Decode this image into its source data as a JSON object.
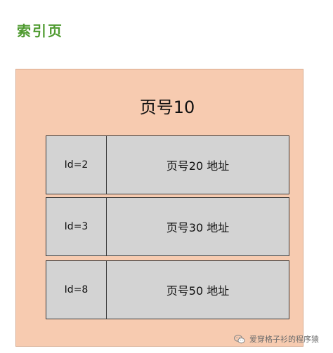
{
  "heading": "索引页",
  "page": {
    "title": "页号10",
    "records": [
      {
        "id": "Id=2",
        "address": "页号20 地址"
      },
      {
        "id": "Id=3",
        "address": "页号30 地址"
      },
      {
        "id": "Id=8",
        "address": "页号50 地址"
      }
    ]
  },
  "watermark": {
    "text": "爱穿格子衫的程序猿",
    "icon": "wechat-icon"
  },
  "colors": {
    "heading": "#4e9a2f",
    "page_background": "#f7cbb0",
    "record_background": "#d3d3d3"
  }
}
